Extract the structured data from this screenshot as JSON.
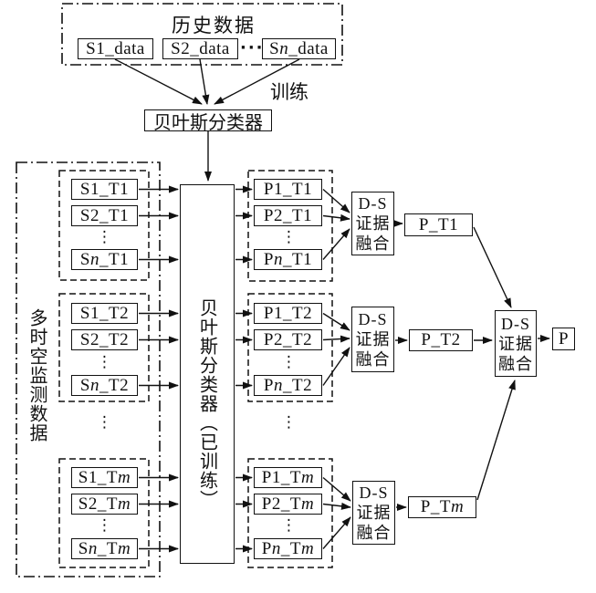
{
  "history": {
    "title": "历史数据",
    "dots": "···",
    "items": [
      {
        "parts": [
          {
            "t": "S1_data"
          }
        ]
      },
      {
        "parts": [
          {
            "t": "S2_data"
          }
        ]
      },
      {
        "parts": [
          {
            "t": "S"
          },
          {
            "t": "n",
            "i": true
          },
          {
            "t": "_data"
          }
        ]
      }
    ]
  },
  "train_label": "训练",
  "bayes_top_label": "贝叶斯分类器",
  "bayes_main_label": "贝叶斯分类器（已训练）",
  "final_output": "P",
  "left_panel": {
    "label": "多时空监测数据",
    "between_dots": "⋮",
    "groups": [
      {
        "dots": "⋮",
        "items": [
          {
            "parts": [
              {
                "t": "S1_T1"
              }
            ]
          },
          {
            "parts": [
              {
                "t": "S2_T1"
              }
            ]
          },
          {
            "parts": [
              {
                "t": "S"
              },
              {
                "t": "n",
                "i": true
              },
              {
                "t": "_T1"
              }
            ]
          }
        ]
      },
      {
        "dots": "⋮",
        "items": [
          {
            "parts": [
              {
                "t": "S1_T2"
              }
            ]
          },
          {
            "parts": [
              {
                "t": "S2_T2"
              }
            ]
          },
          {
            "parts": [
              {
                "t": "S"
              },
              {
                "t": "n",
                "i": true
              },
              {
                "t": "_T2"
              }
            ]
          }
        ]
      },
      {
        "dots": "⋮",
        "items": [
          {
            "parts": [
              {
                "t": "S1_T"
              },
              {
                "t": "m",
                "i": true
              }
            ]
          },
          {
            "parts": [
              {
                "t": "S2_T"
              },
              {
                "t": "m",
                "i": true
              }
            ]
          },
          {
            "parts": [
              {
                "t": "S"
              },
              {
                "t": "n",
                "i": true
              },
              {
                "t": "_T"
              },
              {
                "t": "m",
                "i": true
              }
            ]
          }
        ]
      }
    ]
  },
  "p_panel": {
    "between_dots": "⋮",
    "groups": [
      {
        "dots": "⋮",
        "items": [
          {
            "parts": [
              {
                "t": "P1_T1"
              }
            ]
          },
          {
            "parts": [
              {
                "t": "P2_T1"
              }
            ]
          },
          {
            "parts": [
              {
                "t": "P"
              },
              {
                "t": "n",
                "i": true
              },
              {
                "t": "_T1"
              }
            ]
          }
        ]
      },
      {
        "dots": "⋮",
        "items": [
          {
            "parts": [
              {
                "t": "P1_T2"
              }
            ]
          },
          {
            "parts": [
              {
                "t": "P2_T2"
              }
            ]
          },
          {
            "parts": [
              {
                "t": "P"
              },
              {
                "t": "n",
                "i": true
              },
              {
                "t": "_T2"
              }
            ]
          }
        ]
      },
      {
        "dots": "⋮",
        "items": [
          {
            "parts": [
              {
                "t": "P1_T"
              },
              {
                "t": "m",
                "i": true
              }
            ]
          },
          {
            "parts": [
              {
                "t": "P2_T"
              },
              {
                "t": "m",
                "i": true
              }
            ]
          },
          {
            "parts": [
              {
                "t": "P"
              },
              {
                "t": "n",
                "i": true
              },
              {
                "t": "_T"
              },
              {
                "t": "m",
                "i": true
              }
            ]
          }
        ]
      }
    ]
  },
  "ds_boxes": [
    {
      "lines": [
        "D-S",
        "证据",
        "融合"
      ]
    },
    {
      "lines": [
        "D-S",
        "证据",
        "融合"
      ]
    },
    {
      "lines": [
        "D-S",
        "证据",
        "融合"
      ]
    },
    {
      "lines": [
        "D-S",
        "证据",
        "融合"
      ]
    }
  ],
  "pt_boxes": [
    {
      "parts": [
        {
          "t": "P_T1"
        }
      ]
    },
    {
      "parts": [
        {
          "t": "P_T2"
        }
      ]
    },
    {
      "parts": [
        {
          "t": "P_T"
        },
        {
          "t": "m",
          "i": true
        }
      ]
    }
  ]
}
